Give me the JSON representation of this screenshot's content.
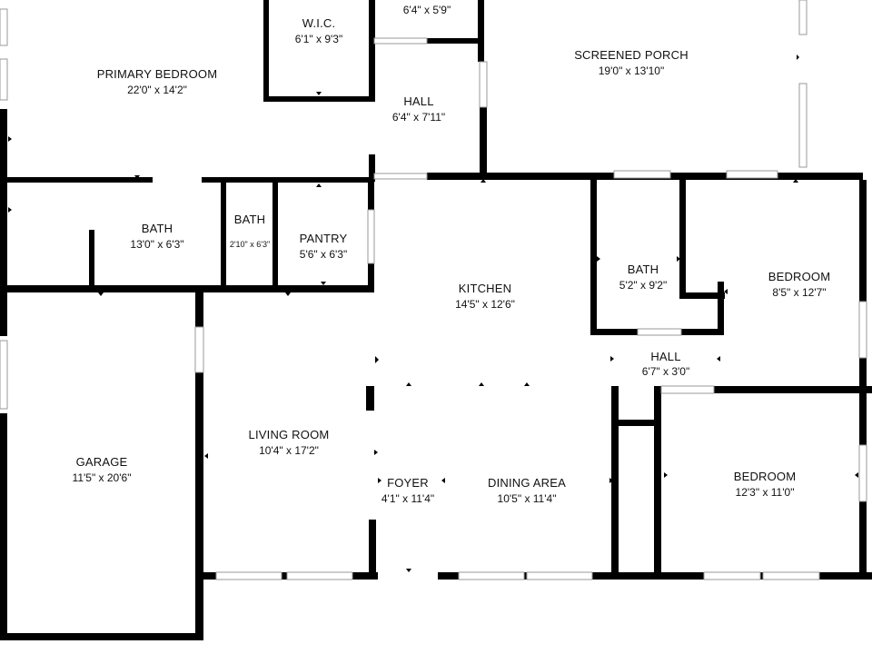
{
  "colors": {
    "wall": "#000000",
    "background": "#ffffff",
    "window": "#9a9a9a",
    "text": "#111111"
  },
  "rooms": [
    {
      "id": "wic",
      "name": "W.I.C.",
      "dims": "6'1\" x 9'3\""
    },
    {
      "id": "closet-top",
      "name": "",
      "dims": "6'4\" x 5'9\""
    },
    {
      "id": "primary-bedroom",
      "name": "PRIMARY BEDROOM",
      "dims": "22'0\" x 14'2\""
    },
    {
      "id": "hall-top",
      "name": "HALL",
      "dims": "6'4\" x 7'11\""
    },
    {
      "id": "screened-porch",
      "name": "SCREENED PORCH",
      "dims": "19'0\" x 13'10\""
    },
    {
      "id": "bath-primary",
      "name": "BATH",
      "dims": "13'0\" x 6'3\""
    },
    {
      "id": "bath-small",
      "name": "BATH",
      "dims": "2'10\" x 6'3\""
    },
    {
      "id": "pantry",
      "name": "PANTRY",
      "dims": "5'6\" x 6'3\""
    },
    {
      "id": "kitchen",
      "name": "KITCHEN",
      "dims": "14'5\" x 12'6\""
    },
    {
      "id": "bath-hall",
      "name": "BATH",
      "dims": "5'2\" x 9'2\""
    },
    {
      "id": "bedroom-right",
      "name": "BEDROOM",
      "dims": "8'5\" x 12'7\""
    },
    {
      "id": "hall-mid",
      "name": "HALL",
      "dims": "6'7\" x 3'0\""
    },
    {
      "id": "garage",
      "name": "GARAGE",
      "dims": "11'5\" x 20'6\""
    },
    {
      "id": "living-room",
      "name": "LIVING ROOM",
      "dims": "10'4\" x 17'2\""
    },
    {
      "id": "foyer",
      "name": "FOYER",
      "dims": "4'1\" x 11'4\""
    },
    {
      "id": "dining-area",
      "name": "DINING AREA",
      "dims": "10'5\" x 11'4\""
    },
    {
      "id": "bedroom-bottom",
      "name": "BEDROOM",
      "dims": "12'3\" x 11'0\""
    }
  ]
}
